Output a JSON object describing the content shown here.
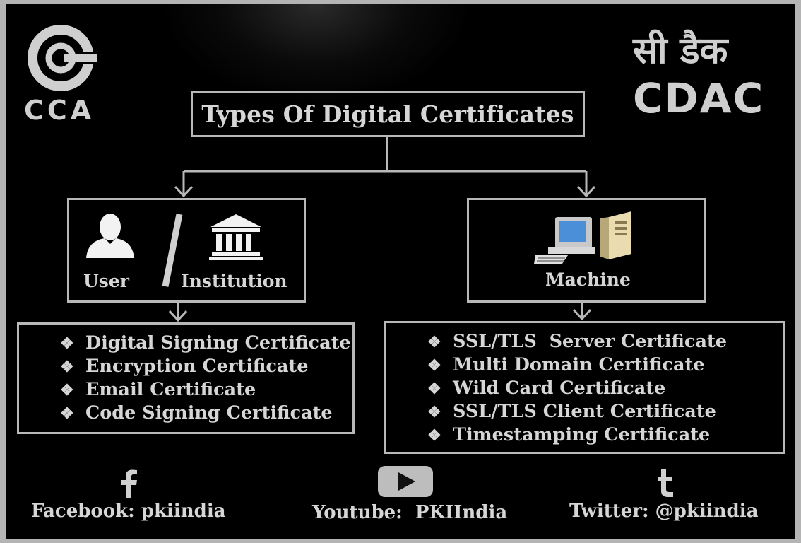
{
  "title": "Types Of Digital Certificates",
  "logos": {
    "left_text": "CCA",
    "right_hindi": "सी डैक",
    "right_text": "CDAC"
  },
  "user_box": {
    "user_label": "User",
    "institution_label": "Institution",
    "icons": [
      "user-icon",
      "institution-icon"
    ],
    "certificates": [
      "Digital Signing Certificate",
      "Encryption Certificate",
      "Email Certificate",
      "Code Signing Certificate"
    ]
  },
  "machine_box": {
    "label": "Machine",
    "icons": [
      "computer-icon",
      "server-icon"
    ],
    "certificates": [
      "SSL/TLS  Server Certificate",
      "Multi Domain Certificate",
      "Wild Card Certificate",
      "SSL/TLS Client Certificate",
      "Timestamping Certificate"
    ]
  },
  "bullet": "❖",
  "social": [
    {
      "icon": "facebook-icon",
      "label": "Facebook:  pkiindia"
    },
    {
      "icon": "youtube-icon",
      "label": "Youtube:  PKIIndia"
    },
    {
      "icon": "twitter-icon",
      "label": "Twitter: @pkiindia"
    }
  ],
  "colors": {
    "background": "#000000",
    "border": "#b8b8b8",
    "text": "#d6d6d6",
    "frame": "#b4b4b4"
  }
}
